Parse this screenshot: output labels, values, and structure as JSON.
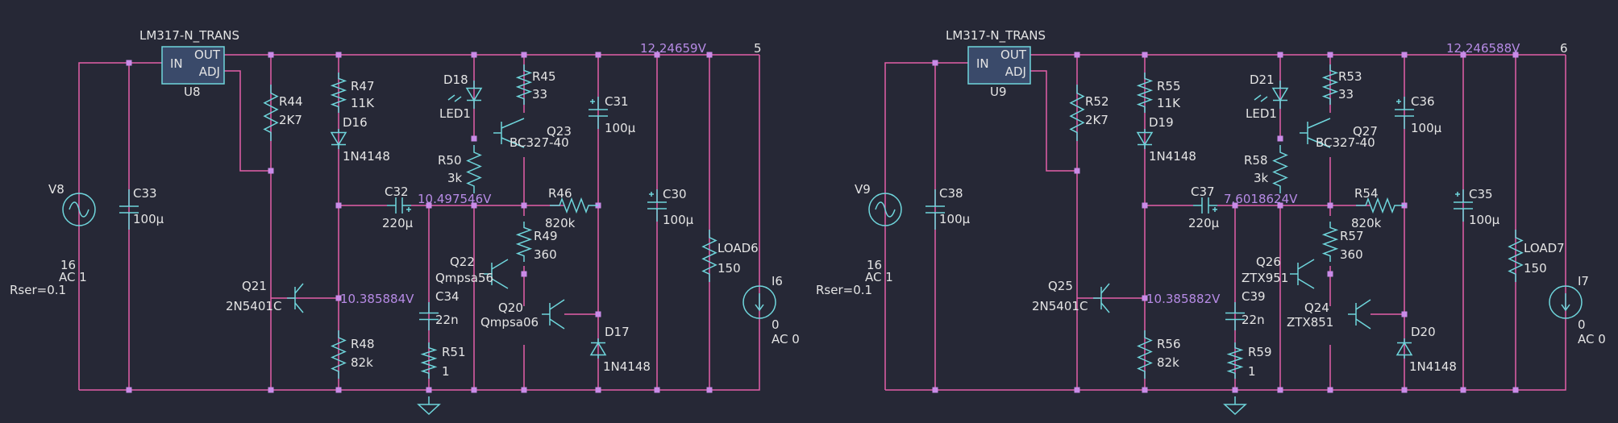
{
  "colors": {
    "background": "#262836",
    "wire": "#e35fa8",
    "component": "#6fd6dc",
    "junction": "#c98be8",
    "voltage_label": "#b78be6",
    "text": "#e4e4e4"
  },
  "circuits": [
    {
      "regulator": {
        "name": "LM317-N_TRANS",
        "ref": "U8",
        "pin_in": "IN",
        "pin_out": "OUT",
        "pin_adj": "ADJ"
      },
      "source": {
        "name": "V8",
        "value": "16",
        "ac": "AC 1",
        "rser": "Rser=0.1"
      },
      "net_out_label": "12.24659V",
      "net_name": "5",
      "node_a_label": "10.497546V",
      "node_b_label": "10.385884V",
      "c_in": {
        "name": "C33",
        "value": "100µ"
      },
      "r_adj": {
        "name": "R44",
        "value": "2K7"
      },
      "r_top": {
        "name": "R47",
        "value": "11K"
      },
      "d_bias": {
        "name": "D16",
        "value": "1N4148"
      },
      "q_pass": {
        "name": "Q21",
        "value": "2N5401C"
      },
      "r_emit": {
        "name": "R48",
        "value": "82k"
      },
      "c_cpl": {
        "name": "C32",
        "value": "220µ"
      },
      "c_sm": {
        "name": "C34",
        "value": "22n"
      },
      "r_sm": {
        "name": "R51",
        "value": "1"
      },
      "led": {
        "name": "D18",
        "value": "LED1"
      },
      "r_led": {
        "name": "R50",
        "value": "3k"
      },
      "r_45": {
        "name": "R45",
        "value": "33"
      },
      "q_top": {
        "name": "Q23",
        "value": "BC327-40"
      },
      "r_fb": {
        "name": "R46",
        "value": "820k"
      },
      "r_mid": {
        "name": "R49",
        "value": "360"
      },
      "q_mid": {
        "name": "Q22",
        "value": "Qmpsa56"
      },
      "q_low": {
        "name": "Q20",
        "value": "Qmpsa06"
      },
      "d_low": {
        "name": "D17",
        "value": "1N4148"
      },
      "c_a": {
        "name": "C31",
        "value": "100µ"
      },
      "c_b": {
        "name": "C30",
        "value": "100µ"
      },
      "load": {
        "name": "LOAD6",
        "value": "150"
      },
      "isrc": {
        "name": "I6",
        "value": "0",
        "ac": "AC 0"
      }
    },
    {
      "regulator": {
        "name": "LM317-N_TRANS",
        "ref": "U9",
        "pin_in": "IN",
        "pin_out": "OUT",
        "pin_adj": "ADJ"
      },
      "source": {
        "name": "V9",
        "value": "16",
        "ac": "AC 1",
        "rser": "Rser=0.1"
      },
      "net_out_label": "12.246588V",
      "net_name": "6",
      "node_a_label": "7.6018624V",
      "node_b_label": "10.385882V",
      "c_in": {
        "name": "C38",
        "value": "100µ"
      },
      "r_adj": {
        "name": "R52",
        "value": "2K7"
      },
      "r_top": {
        "name": "R55",
        "value": "11K"
      },
      "d_bias": {
        "name": "D19",
        "value": "1N4148"
      },
      "q_pass": {
        "name": "Q25",
        "value": "2N5401C"
      },
      "r_emit": {
        "name": "R56",
        "value": "82k"
      },
      "c_cpl": {
        "name": "C37",
        "value": "220µ"
      },
      "c_sm": {
        "name": "C39",
        "value": "22n"
      },
      "r_sm": {
        "name": "R59",
        "value": "1"
      },
      "led": {
        "name": "D21",
        "value": "LED1"
      },
      "r_led": {
        "name": "R58",
        "value": "3k"
      },
      "r_45": {
        "name": "R53",
        "value": "33"
      },
      "q_top": {
        "name": "Q27",
        "value": "BC327-40"
      },
      "r_fb": {
        "name": "R54",
        "value": "820k"
      },
      "r_mid": {
        "name": "R57",
        "value": "360"
      },
      "q_mid": {
        "name": "Q26",
        "value": "ZTX951"
      },
      "q_low": {
        "name": "Q24",
        "value": "ZTX851"
      },
      "d_low": {
        "name": "D20",
        "value": "1N4148"
      },
      "c_a": {
        "name": "C36",
        "value": "100µ"
      },
      "c_b": {
        "name": "C35",
        "value": "100µ"
      },
      "load": {
        "name": "LOAD7",
        "value": "150"
      },
      "isrc": {
        "name": "I7",
        "value": "0",
        "ac": "AC 0"
      }
    }
  ]
}
